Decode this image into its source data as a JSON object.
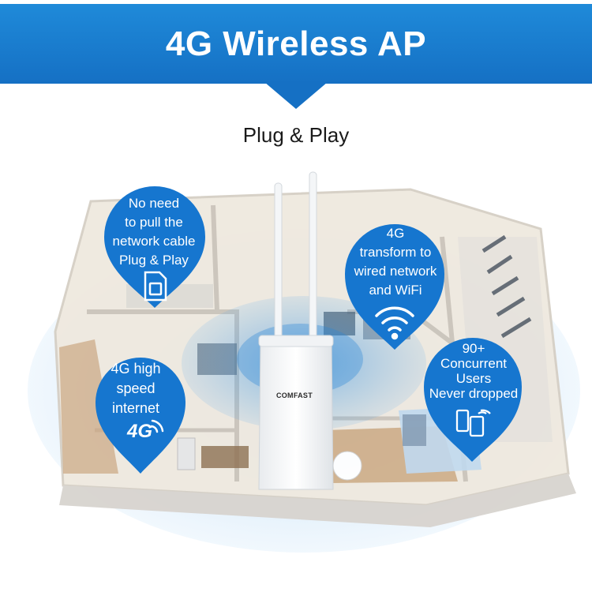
{
  "header": {
    "title": "4G Wireless AP",
    "subtitle": "Plug & Play"
  },
  "bubbles": {
    "cable": {
      "lines": [
        "No need",
        "to pull the",
        "network cable",
        "Plug & Play"
      ],
      "icon": "sim-card-icon"
    },
    "transform": {
      "lines": [
        "4G",
        "transform to",
        "wired network",
        "and WiFi"
      ],
      "icon": "wifi-icon"
    },
    "speed": {
      "lines": [
        "4G high",
        "speed",
        "internet"
      ],
      "badge": "4G",
      "icon": "4g-signal-icon"
    },
    "users": {
      "lines": [
        "90+",
        "Concurrent",
        "Users",
        "Never dropped"
      ],
      "icon": "devices-wifi-icon"
    }
  },
  "device": {
    "brand": "COMFAST"
  },
  "colors": {
    "banner": "#1570c4",
    "bubble": "#1676cf",
    "coverage": "#cfe6f8"
  }
}
